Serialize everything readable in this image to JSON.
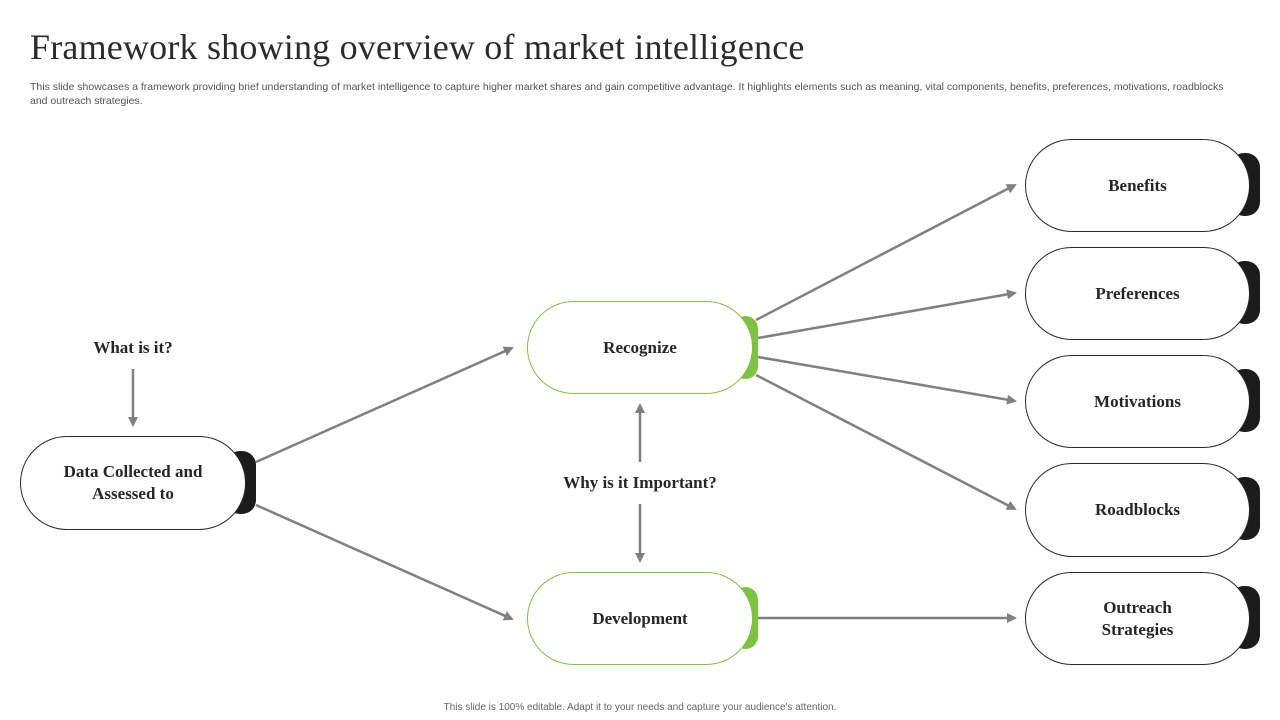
{
  "title": "Framework showing overview of market intelligence",
  "description": "This slide showcases a framework providing brief understanding of market intelligence to capture higher market shares and gain competitive advantage. It highlights elements such as meaning, vital components, benefits, preferences, motivations, roadblocks and outreach strategies.",
  "footer": "This slide is 100% editable. Adapt it to your needs and capture your audience's attention.",
  "colors": {
    "accent_green": "#7dc242",
    "dark_tab": "#1c1c1c",
    "arrow": "#808080"
  },
  "left": {
    "question": "What is it?",
    "node": "Data Collected and Assessed to"
  },
  "middle": {
    "top_node": "Recognize",
    "question": "Why is it Important?",
    "bottom_node": "Development"
  },
  "right": {
    "benefits": "Benefits",
    "preferences": "Preferences",
    "motivations": "Motivations",
    "roadblocks": "Roadblocks",
    "outreach": "Outreach Strategies"
  }
}
